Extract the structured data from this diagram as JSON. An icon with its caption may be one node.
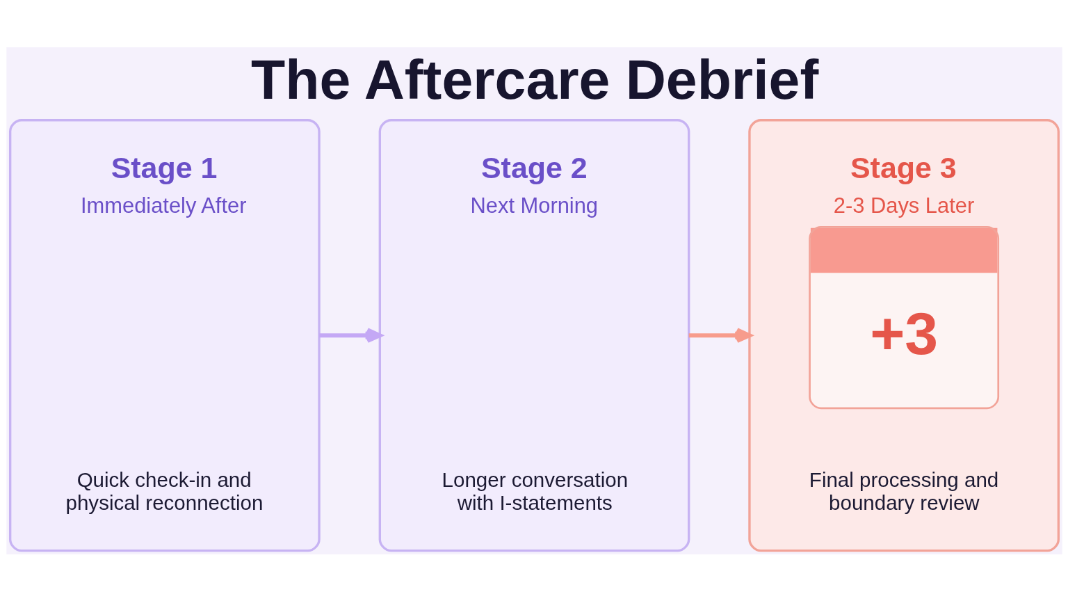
{
  "diagram": {
    "title": "The Aftercare Debrief",
    "nodes": [
      {
        "text": [
          "Stage 1",
          "Immediately After",
          "Quick check-in and physical reconnection"
        ]
      },
      {
        "text": [
          "Stage 2",
          "Next Morning",
          "Longer conversation with I-statements"
        ]
      },
      {
        "text": [
          "Stage 3",
          "2-3 Days Later",
          "+3",
          "Final processing and boundary review"
        ]
      }
    ],
    "edges": [
      {
        "from": 0,
        "to": 1,
        "arrow": "to",
        "color": "#c4a8f5"
      },
      {
        "from": 1,
        "to": 2,
        "arrow": "to",
        "color": "#f79c8c"
      }
    ]
  }
}
